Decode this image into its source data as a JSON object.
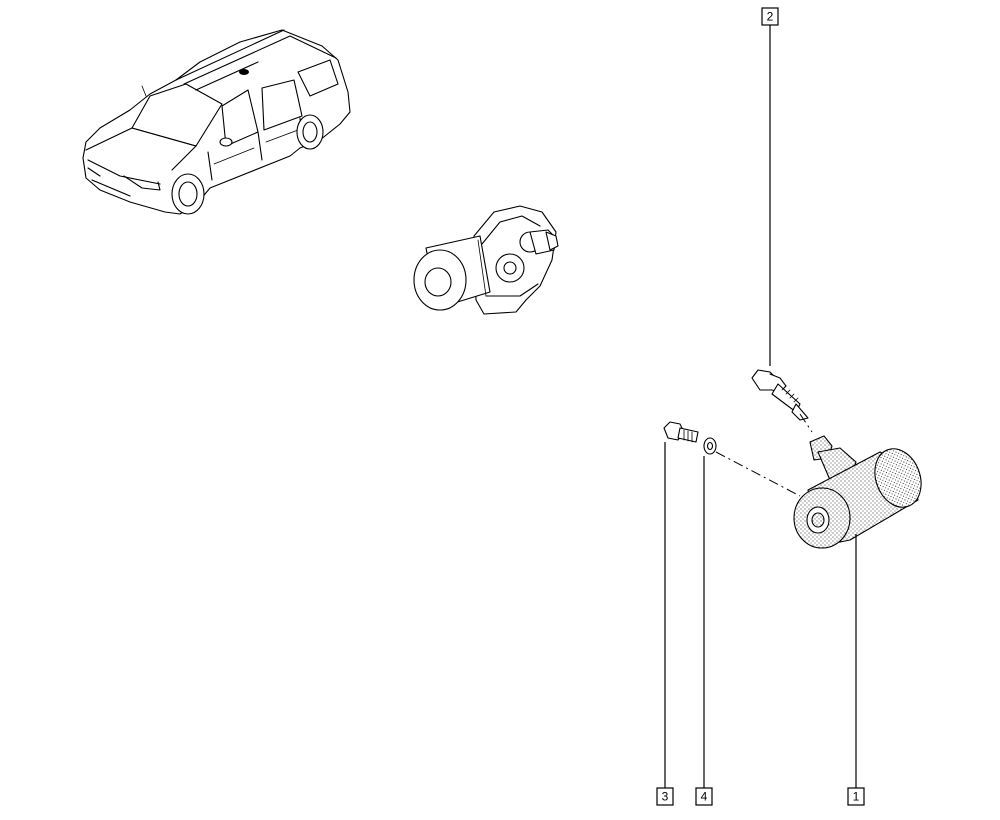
{
  "callouts": [
    {
      "id": "1",
      "label": "1"
    },
    {
      "id": "2",
      "label": "2"
    },
    {
      "id": "3",
      "label": "3"
    },
    {
      "id": "4",
      "label": "4"
    }
  ],
  "illustrations": {
    "vehicle": "estate-car-icon",
    "assembly_view": "wheel-cylinder-assembly-icon",
    "parts": [
      "wheel-cylinder",
      "bleed-screw",
      "mounting-bolt",
      "washer"
    ]
  },
  "colors": {
    "line": "#000000",
    "background": "#ffffff"
  }
}
